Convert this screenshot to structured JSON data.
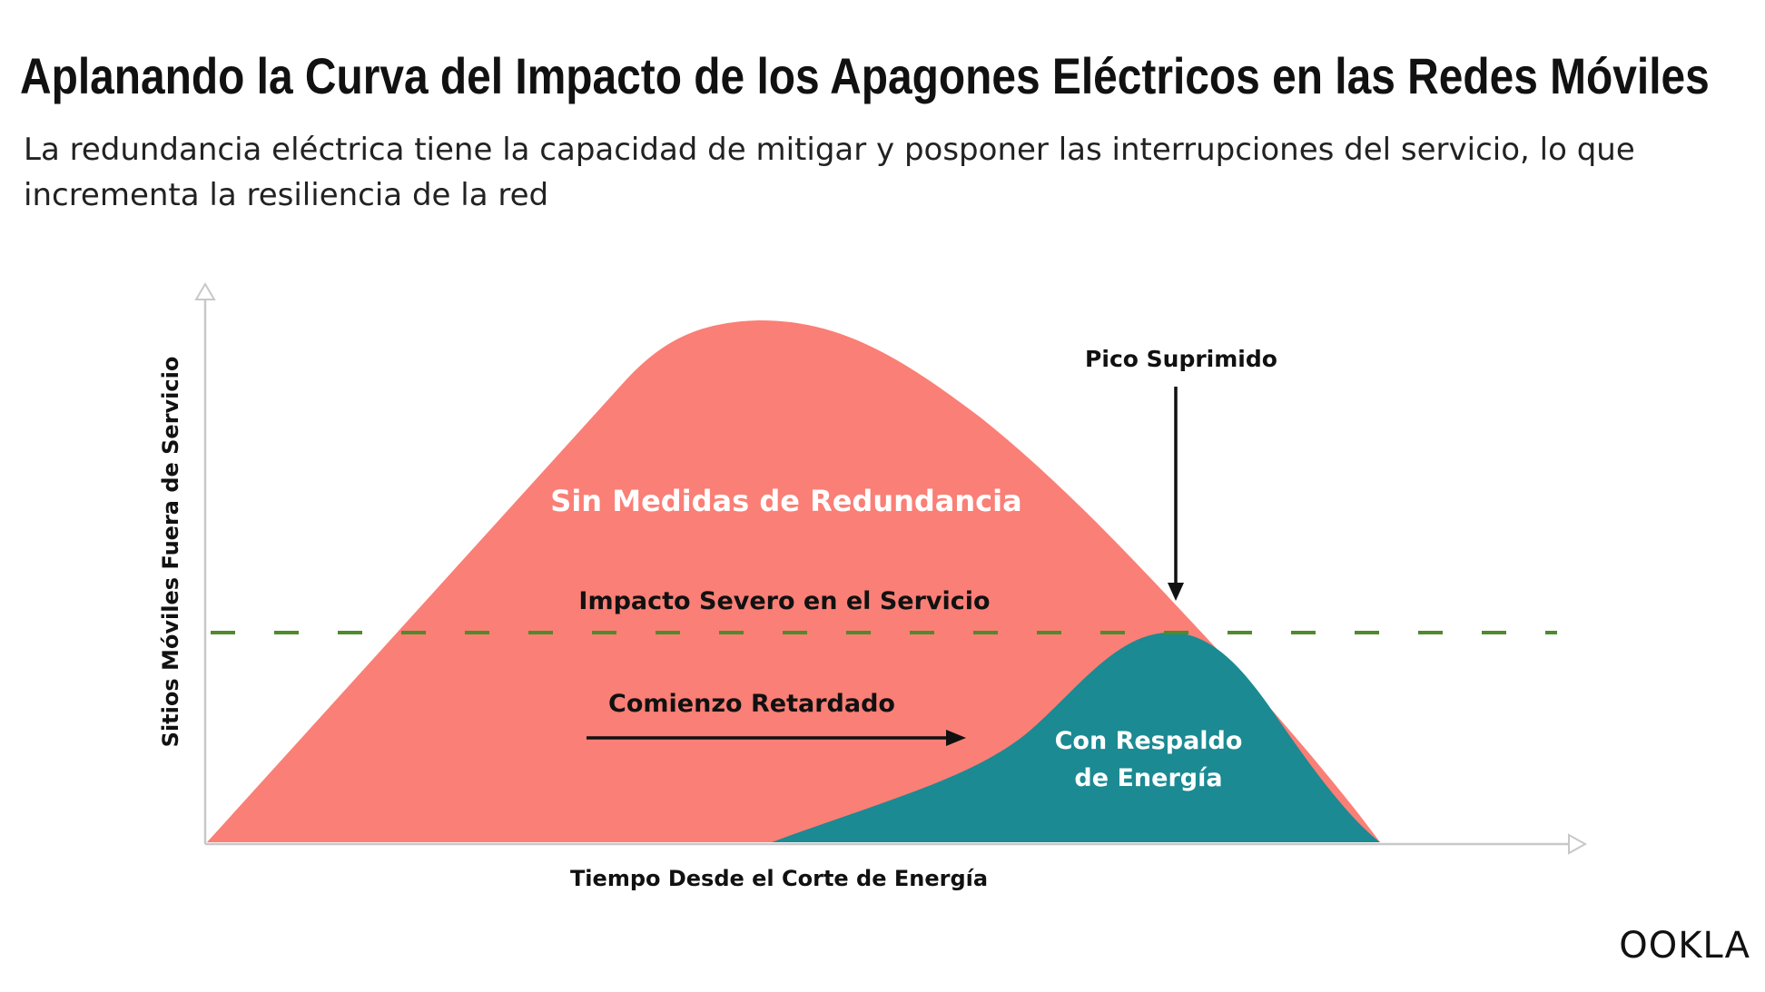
{
  "header": {
    "title": "Aplanando la Curva del Impacto de los Apagones Eléctricos en las Redes Móviles",
    "subtitle": "La redundancia eléctrica tiene la capacidad de mitigar y posponer las interrupciones del servicio, lo que incrementa la resiliencia de la red"
  },
  "diagram": {
    "y_axis_label": "Sitios Móviles Fuera de Servicio",
    "x_axis_label": "Tiempo Desde el Corte de Energía",
    "curve_without_label": "Sin Medidas de Redundancia",
    "threshold_label": "Impacto Severo en el Servicio",
    "delayed_start_label": "Comienzo Retardado",
    "suppressed_peak_label": "Pico Suprimido",
    "curve_with_label_line1": "Con Respaldo",
    "curve_with_label_line2": "de Energía"
  },
  "colors": {
    "curve_without": "#fa7f76",
    "curve_with": "#1b8a92",
    "threshold": "#4f8a2c",
    "axis": "#c8c8c8",
    "arrow": "#111111"
  },
  "logo": {
    "text": "OOKLA"
  }
}
